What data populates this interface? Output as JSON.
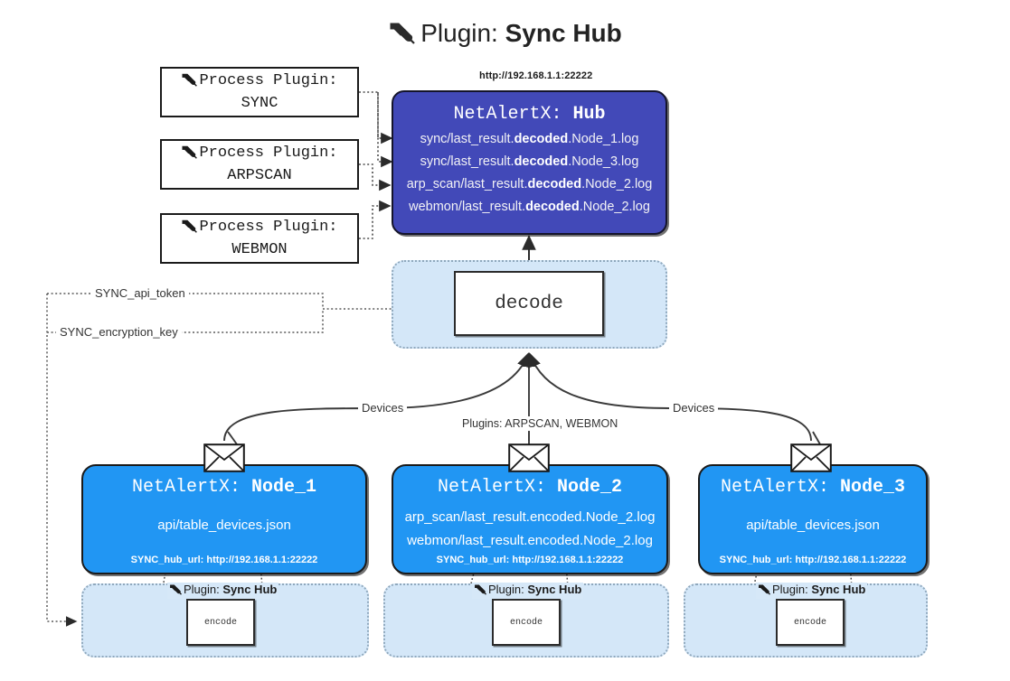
{
  "title": {
    "icon": "plug-icon",
    "prefix": "Plugin:",
    "name": "Sync Hub"
  },
  "process_plugins": [
    {
      "icon": "plug-icon",
      "label": "Process Plugin:",
      "name": "SYNC"
    },
    {
      "icon": "plug-icon",
      "label": "Process Plugin:",
      "name": "ARPSCAN"
    },
    {
      "icon": "plug-icon",
      "label": "Process Plugin:",
      "name": "WEBMON"
    }
  ],
  "hub": {
    "url": "http://192.168.1.1:22222",
    "app": "NetAlertX:",
    "name": "Hub",
    "files": [
      {
        "pre": "sync/last_result.",
        "mid": "decoded",
        "post": ".Node_1.log"
      },
      {
        "pre": "sync/last_result.",
        "mid": "decoded",
        "post": ".Node_3.log"
      },
      {
        "pre": "arp_scan/last_result.",
        "mid": "decoded",
        "post": ".Node_2.log"
      },
      {
        "pre": "webmon/last_result.",
        "mid": "decoded",
        "post": ".Node_2.log"
      }
    ]
  },
  "decode": {
    "label": "decode"
  },
  "secrets": [
    {
      "label": "SYNC_api_token"
    },
    {
      "label": "SYNC_encryption_key"
    }
  ],
  "flow_labels": {
    "left_devices": "Devices",
    "center_plugins": "Plugins: ARPSCAN, WEBMON",
    "right_devices": "Devices"
  },
  "nodes": [
    {
      "app": "NetAlertX:",
      "name": "Node_1",
      "icon": "envelope-icon",
      "files": [
        "api/table_devices.json"
      ],
      "hub_url_label": "SYNC_hub_url: http://192.168.1.1:22222"
    },
    {
      "app": "NetAlertX:",
      "name": "Node_2",
      "icon": "envelope-icon",
      "files": [
        "arp_scan/last_result.encoded.Node_2.log",
        "webmon/last_result.encoded.Node_2.log"
      ],
      "hub_url_label": "SYNC_hub_url: http://192.168.1.1:22222"
    },
    {
      "app": "NetAlertX:",
      "name": "Node_3",
      "icon": "envelope-icon",
      "files": [
        "api/table_devices.json"
      ],
      "hub_url_label": "SYNC_hub_url: http://192.168.1.1:22222"
    }
  ],
  "encoders": [
    {
      "icon": "plug-icon",
      "prefix": "Plugin:",
      "name": "Sync Hub",
      "box": "encode"
    },
    {
      "icon": "plug-icon",
      "prefix": "Plugin:",
      "name": "Sync Hub",
      "box": "encode"
    },
    {
      "icon": "plug-icon",
      "prefix": "Plugin:",
      "name": "Sync Hub",
      "box": "encode"
    }
  ],
  "colors": {
    "hub_fill": "#4249b8",
    "node_fill": "#2196f3",
    "plugin_container_fill": "#d4e7f8",
    "stroke": "#1a1a1a",
    "text_dark": "#232323"
  }
}
